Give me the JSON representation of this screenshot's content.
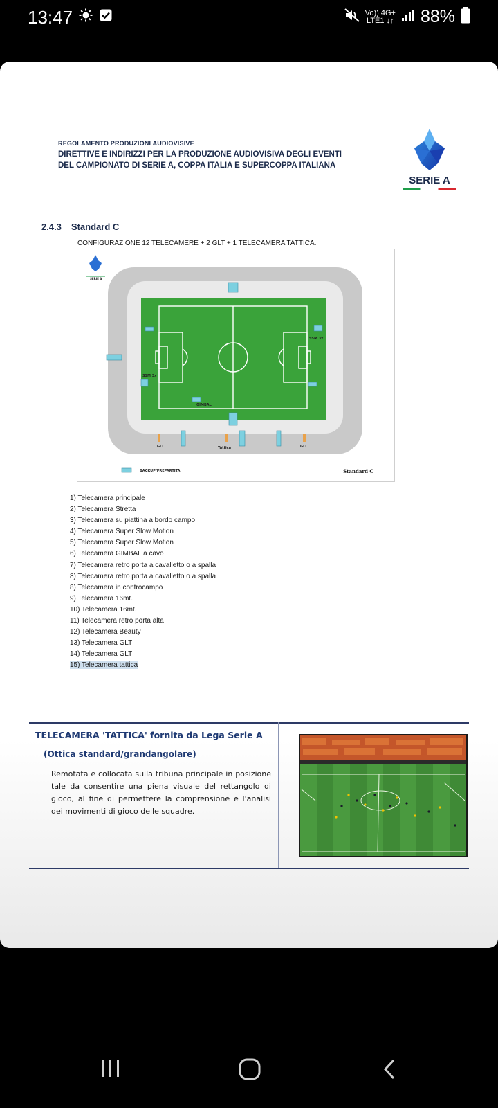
{
  "status": {
    "time": "13:47",
    "net_top": "Vo)) 4G+",
    "net_bottom": "LTE1 ↓↑",
    "battery": "88%"
  },
  "doc": {
    "header_small": "REGOLAMENTO PRODUZIONI AUDIOVISIVE",
    "header_big": "DIRETTIVE E INDIRIZZI PER LA PRODUZIONE AUDIOVISIVA DEGLI EVENTI DEL CAMPIONATO DI SERIE A, COPPA ITALIA E SUPERCOPPA ITALIANA",
    "logo_text": "SERIE A",
    "section_number": "2.4.3",
    "section_title": "Standard C",
    "config": "CONFIGURAZIONE 12 TELECAMERE + 2 GLT + 1 TELECAMERA TATTICA.",
    "diagram": {
      "mini_logo": "SERIE A",
      "label_glt_left": "GLT",
      "label_glt_right": "GLT",
      "label_tattica": "Tattica",
      "label_gimbal": "GIMBAL",
      "label_ssm_left": "SSM 3x",
      "label_ssm_right": "SSM 3x",
      "legend": "BACKUP/PREPARTITA",
      "standard": "Standard C"
    },
    "cameras": [
      "1) Telecamera principale",
      "2) Telecamera Stretta",
      "3) Telecamera su piattina a bordo campo",
      "4) Telecamera Super Slow Motion",
      "5) Telecamera Super Slow Motion",
      "6) Telecamera GIMBAL a cavo",
      "7) Telecamera retro porta a cavalletto o a spalla",
      "8) Telecamera retro porta a cavalletto o a spalla",
      "8) Telecamera in controcampo",
      "9)  Telecamera 16mt.",
      "10) Telecamera 16mt.",
      "11) Telecamera retro porta alta",
      "12) Telecamera Beauty",
      "13) Telecamera GLT",
      "14) Telecamera GLT",
      "15) Telecamera tattica"
    ],
    "tattica": {
      "title": "TELECAMERA 'TATTICA' fornita da Lega Serie A",
      "subtitle": "(Ottica standard/grandangolare)",
      "body": "Remotata e collocata sulla tribuna principale in posizione tale da consentire una piena visuale del rettangolo di gioco, al fine di permettere la comprensione e l'analisi dei movimenti di gioco delle squadre."
    }
  },
  "colors": {
    "pitch": "#3aa33a",
    "track": "#c9c9c9",
    "navy": "#1b2a4a",
    "highlight": "#cfe0ef"
  }
}
